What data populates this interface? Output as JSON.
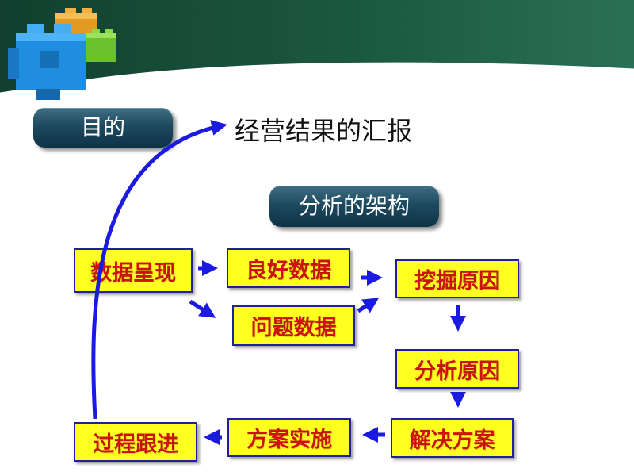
{
  "purpose_label": "目的",
  "goal": "经营结果的汇报",
  "framework_label": "分析的架构",
  "steps": {
    "data_presentation": "数据呈现",
    "good_data": "良好数据",
    "problem_data": "问题数据",
    "dig_causes": "挖掘原因",
    "analyze_causes": "分析原因",
    "solution": "解决方案",
    "implementation": "方案实施",
    "follow_up": "过程跟进"
  },
  "colors": {
    "header_green": "#1f5a44",
    "pill": "#1d4a5f",
    "box_fill": "#ffff22",
    "box_text": "#cc1111",
    "arrow": "#1a1ae0"
  }
}
